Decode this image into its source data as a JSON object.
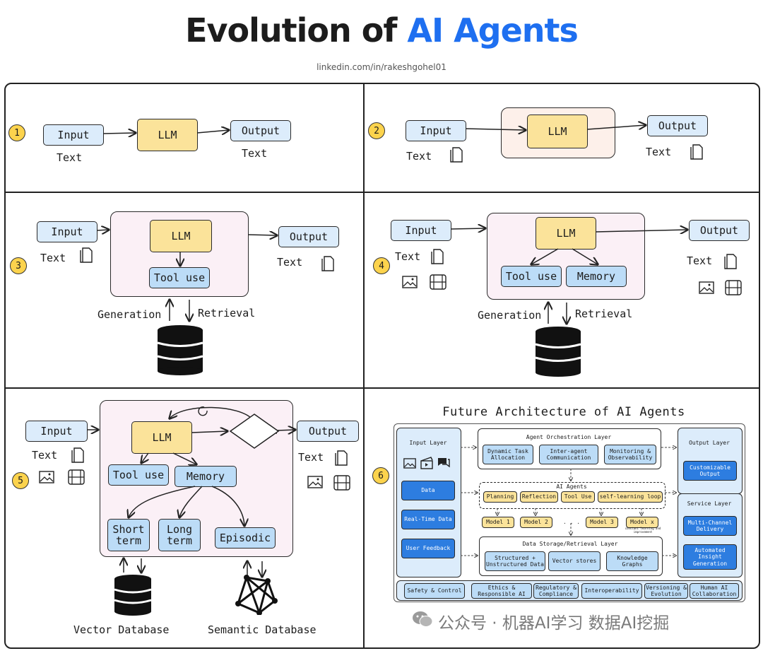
{
  "header": {
    "title_main": "Evolution of ",
    "title_highlight": "AI Agents",
    "subtitle": "linkedin.com/in/rakeshgohel01"
  },
  "colors": {
    "accent": "#1e6ff0",
    "llm": "#fbe39a",
    "node": "#dcecfb",
    "tool": "#bcdcf7",
    "container": "#fbf0f6",
    "step_badge": "#fcd34d"
  },
  "panel1": {
    "step": "1",
    "input": "Input",
    "llm": "LLM",
    "output": "Output",
    "input_sub": "Text",
    "output_sub": "Text"
  },
  "panel2": {
    "step": "2",
    "input": "Input",
    "llm": "LLM",
    "output": "Output",
    "input_sub": "Text",
    "output_sub": "Text"
  },
  "panel3": {
    "step": "3",
    "input": "Input",
    "llm": "LLM",
    "tool": "Tool use",
    "output": "Output",
    "input_sub": "Text",
    "output_sub": "Text",
    "generation": "Generation",
    "retrieval": "Retrieval"
  },
  "panel4": {
    "step": "4",
    "input": "Input",
    "llm": "LLM",
    "tool": "Tool use",
    "memory": "Memory",
    "output": "Output",
    "input_sub": "Text",
    "output_sub": "Text",
    "generation": "Generation",
    "retrieval": "Retrieval"
  },
  "panel5": {
    "step": "5",
    "input": "Input",
    "llm": "LLM",
    "decision": "Decision",
    "output": "Output",
    "tool": "Tool use",
    "memory": "Memory",
    "short": "Short term",
    "long": "Long term",
    "episodic": "Episodic",
    "input_sub": "Text",
    "output_sub": "Text",
    "vector_db": "Vector Database",
    "semantic_db": "Semantic Database"
  },
  "panel6": {
    "step": "6",
    "heading": "Future Architecture of AI Agents",
    "input_layer": "Input Layer",
    "input_items": [
      "Data",
      "Real-Time Data",
      "User Feedback"
    ],
    "orchestration": "Agent Orchestration Layer",
    "orch_items": [
      "Dynamic Task Allocation",
      "Inter-agent Communication",
      "Monitoring & Observability"
    ],
    "ai_agents": "AI Agents",
    "agent_items": [
      "Planning",
      "Reflection",
      "Tool Use",
      "self-learning loop"
    ],
    "models": [
      "Model 1",
      "Model 2",
      "Model 3",
      "Model x"
    ],
    "model_note": "constant learning and improvement",
    "storage": "Data Storage/Retrieval Layer",
    "storage_items": [
      "Structured + Unstructured Data",
      "Vector stores",
      "Knowledge Graphs"
    ],
    "output_layer": "Output Layer",
    "output_item": "Customizable Output",
    "service_layer": "Service Layer",
    "service_items": [
      "Multi-Channel Delivery",
      "Automated Insight Generation"
    ],
    "bottom_items": [
      "Safety & Control",
      "Ethics & Responsible AI",
      "Regulatory & Compliance",
      "Interoperability",
      "Versioning & Evolution",
      "Human AI Collaboration"
    ]
  },
  "watermark": "公众号 · 机器AI学习 数据AI挖掘"
}
